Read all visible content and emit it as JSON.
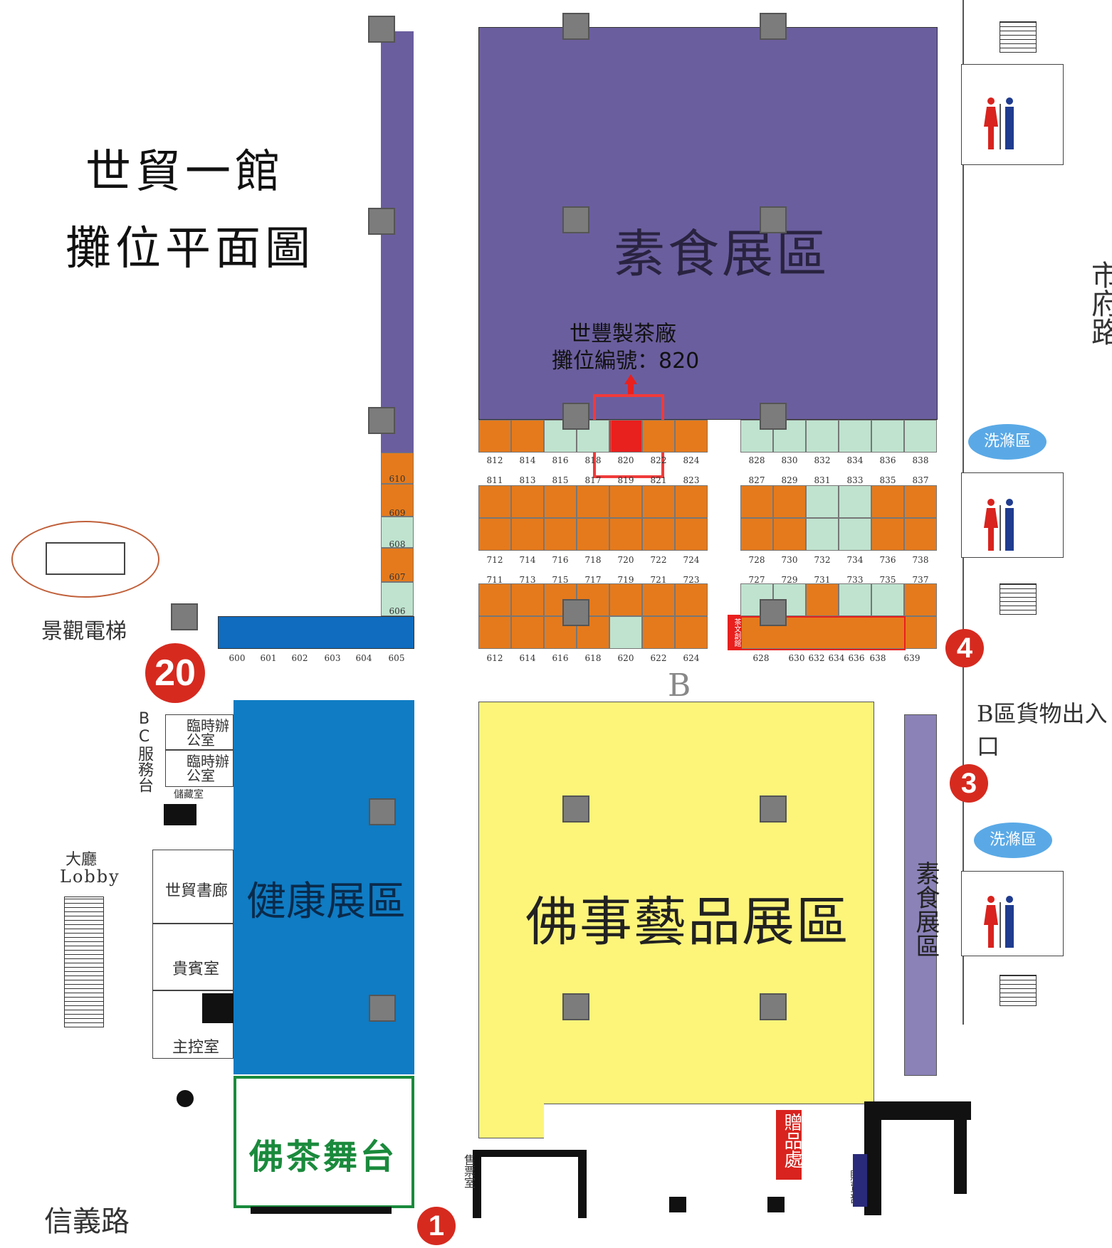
{
  "map": {
    "title_line1": "世貿一館",
    "title_line2": "攤位平面圖",
    "zones": {
      "vegetarian_main": "素食展區",
      "vegetarian_side": "素食展區",
      "buddhist_art": "佛事藝品展區",
      "health": "健康展區",
      "tea_stage": "佛茶舞台"
    },
    "highlight": {
      "company": "世豐製茶廠",
      "booth_label": "攤位編號：820",
      "booth_number": "820"
    },
    "section_letter": "B",
    "roads": {
      "right": "市府路",
      "bottom": "信義路"
    },
    "cargo_entrance": "B區貨物出入口",
    "elevator": "景觀電梯",
    "lobby_cn": "大廳",
    "lobby_en": "Lobby",
    "service_desk": "BC服務台",
    "rooms": {
      "temp_office_1": "臨時辦公室",
      "temp_office_2": "臨時辦公室",
      "storage": "儲藏室",
      "bookstore": "世貿書廊",
      "vip": "貴賓室",
      "control": "主控室",
      "tickets": "售票室",
      "gift": "贈品處",
      "shop": "販賣部",
      "tea_culture": "茶文創館"
    },
    "wash_area": "洗滌區",
    "entrances": [
      "1",
      "3",
      "4",
      "20"
    ],
    "booths": {
      "row800_top": [
        "812",
        "814",
        "816",
        "818",
        "820",
        "822",
        "824",
        "828",
        "830",
        "832",
        "834",
        "836",
        "838"
      ],
      "row800_bottom": [
        "811",
        "813",
        "815",
        "817",
        "819",
        "821",
        "823",
        "827",
        "829",
        "831",
        "833",
        "835",
        "837"
      ],
      "row700_top": [
        "712",
        "714",
        "716",
        "718",
        "720",
        "722",
        "724",
        "728",
        "730",
        "732",
        "734",
        "736",
        "738"
      ],
      "row700_bottom": [
        "711",
        "713",
        "715",
        "717",
        "719",
        "721",
        "723",
        "727",
        "729",
        "731",
        "733",
        "735",
        "737"
      ],
      "row600": [
        "612",
        "614",
        "616",
        "618",
        "620",
        "622",
        "624",
        "628",
        "630",
        "632",
        "634",
        "636",
        "638",
        "639"
      ],
      "row600_left": [
        "600",
        "601",
        "602",
        "603",
        "604",
        "605"
      ],
      "col600": [
        "610",
        "609",
        "608",
        "607",
        "606"
      ]
    },
    "colors": {
      "vegetarian": "#6b5e9e",
      "health": "#0f7cc4",
      "buddhist_art": "#fdf57a",
      "booth_orange": "#e57a1c",
      "booth_green": "#bfe3cf",
      "highlight_red": "#e8201e",
      "stage_border": "#1a8a3c"
    },
    "icons": [
      "restroom-icon",
      "pillar-icon",
      "stairs-icon",
      "escalator-icon",
      "arrow-up-icon"
    ]
  }
}
